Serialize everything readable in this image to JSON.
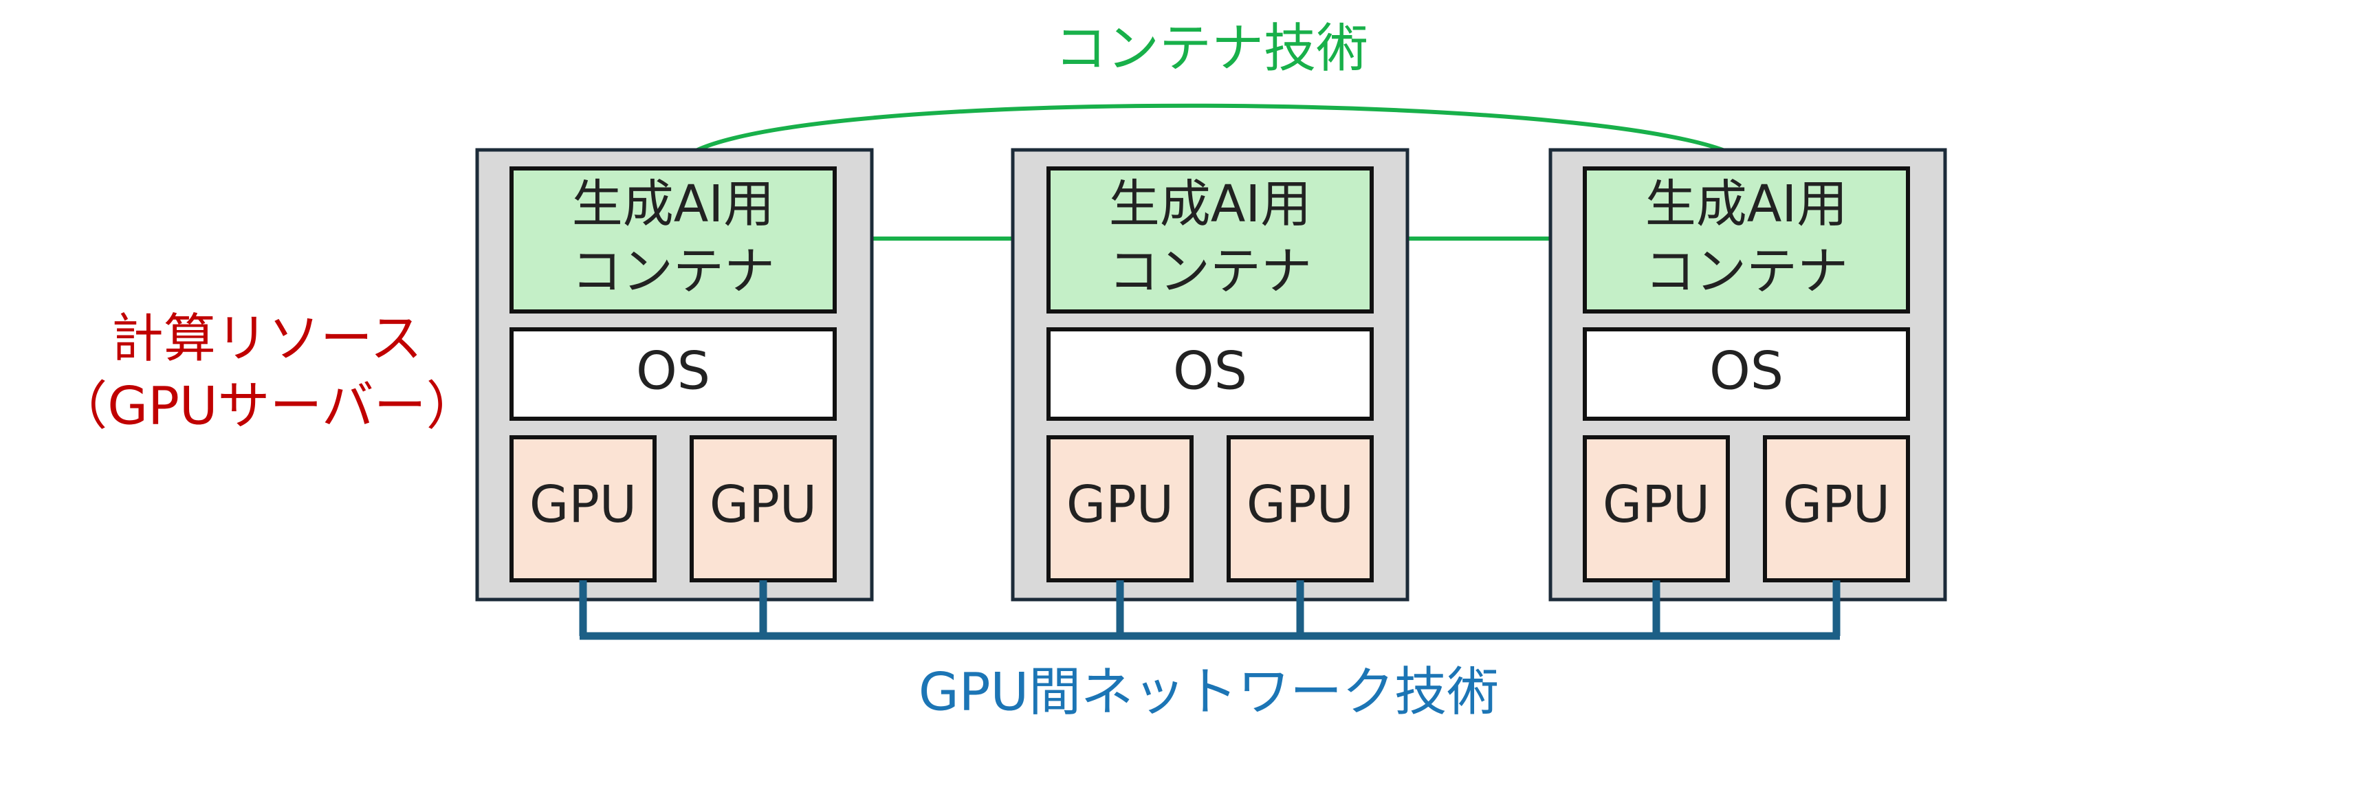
{
  "labels": {
    "container_technology": "コンテナ技術",
    "compute_resource_line1": "計算リソース",
    "compute_resource_line2": "（GPUサーバー）",
    "gpu_network_technology": "GPU間ネットワーク技術"
  },
  "servers": [
    {
      "container_line1": "生成AI用",
      "container_line2": "コンテナ",
      "os": "OS",
      "gpus": [
        "GPU",
        "GPU"
      ]
    },
    {
      "container_line1": "生成AI用",
      "container_line2": "コンテナ",
      "os": "OS",
      "gpus": [
        "GPU",
        "GPU"
      ]
    },
    {
      "container_line1": "生成AI用",
      "container_line2": "コンテナ",
      "os": "OS",
      "gpus": [
        "GPU",
        "GPU"
      ]
    }
  ],
  "colors": {
    "container_label": "#18b04a",
    "compute_label": "#c00000",
    "network_label": "#1c75b5",
    "container_fill": "#c4efc7",
    "gpu_fill": "#fbe3d4",
    "server_fill": "#d9d9d9",
    "network_line": "#1c5f86"
  }
}
